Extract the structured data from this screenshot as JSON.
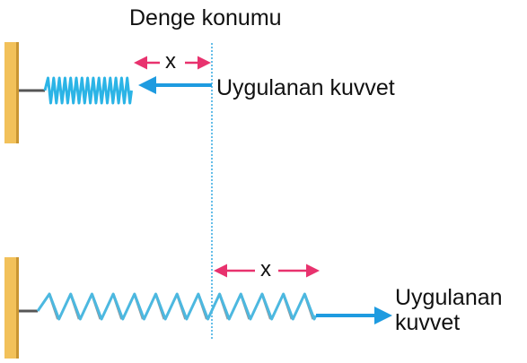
{
  "equilibrium_label": "Denge konumu",
  "compressed": {
    "displacement_label": "x",
    "force_label": "Uygulanan kuvvet"
  },
  "stretched": {
    "displacement_label": "x",
    "force_label_line1": "Uygulanan",
    "force_label_line2": "kuvvet"
  },
  "colors": {
    "wall": "#F2C15A",
    "wall_edge": "#C99532",
    "spring_compressed": "#2BB4E6",
    "spring_stretched_front": "#4CB8E0",
    "spring_stretched_back": "#8C9AA0",
    "force_arrow": "#1E9BE0",
    "displacement_arrow": "#E8326E",
    "equilibrium_line": "#33A9E0",
    "hook": "#555555"
  }
}
